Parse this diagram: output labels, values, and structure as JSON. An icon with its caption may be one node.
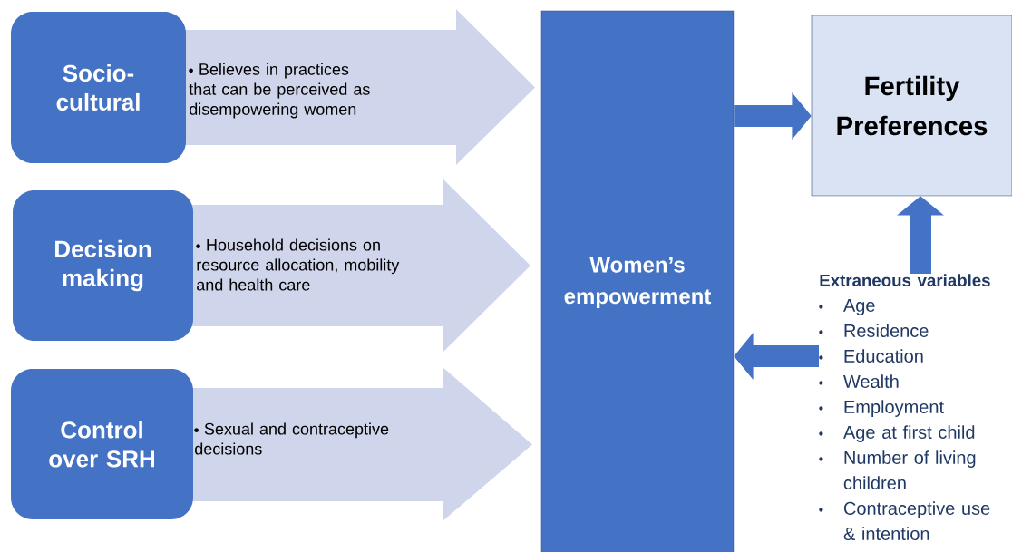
{
  "diagram": {
    "nodes": [
      {
        "text": [
          "Socio-cultural"
        ]
      },
      {
        "text": [
          "Believes in practices that can be perceived as disempowering women"
        ]
      },
      {
        "text": [
          "Decision making"
        ]
      },
      {
        "text": [
          "Household decisions on resource allocation, mobility and health care"
        ]
      },
      {
        "text": [
          "Control over SRH"
        ]
      },
      {
        "text": [
          "Sexual and contraceptive decisions"
        ]
      },
      {
        "text": [
          "Women’s empowerment"
        ]
      },
      {
        "text": [
          "Fertility Preferences"
        ]
      },
      {
        "text": [
          "Extraneous variables",
          "Age",
          "Residence",
          "Education",
          "Wealth",
          "Employment",
          "Age at first child",
          "Number of living children",
          "Contraceptive use & intention"
        ]
      }
    ],
    "edges": [
      {
        "from": 6,
        "to": 7,
        "arrow": "to"
      },
      {
        "from": 8,
        "to": 7,
        "arrow": "to"
      },
      {
        "from": 8,
        "to": 6,
        "arrow": "to"
      }
    ]
  }
}
